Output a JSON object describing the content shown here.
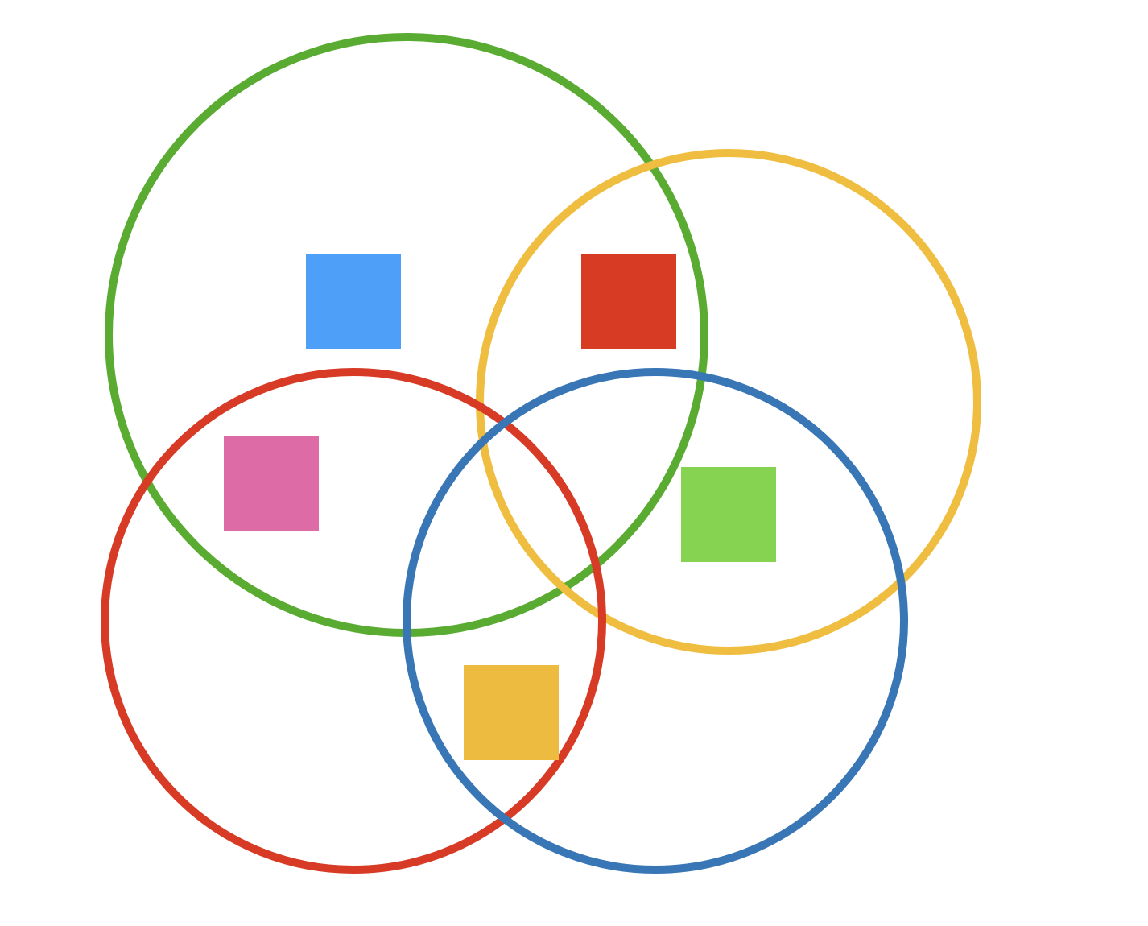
{
  "diagram": {
    "type": "venn",
    "circles": [
      {
        "name": "green",
        "color": "#5aab32"
      },
      {
        "name": "yellow",
        "color": "#efbe40"
      },
      {
        "name": "red",
        "color": "#d73b25"
      },
      {
        "name": "blue",
        "color": "#3876b6"
      }
    ],
    "squares": [
      {
        "name": "blue",
        "color": "#4e9ff8",
        "in_circles": [
          "green"
        ]
      },
      {
        "name": "red",
        "color": "#d73b24",
        "in_circles": [
          "green",
          "yellow"
        ]
      },
      {
        "name": "pink",
        "color": "#dc6ba6",
        "in_circles": [
          "green",
          "red"
        ]
      },
      {
        "name": "green",
        "color": "#86d351",
        "in_circles": [
          "yellow",
          "blue"
        ]
      },
      {
        "name": "yellow",
        "color": "#edbb40",
        "in_circles": [
          "red",
          "blue"
        ]
      }
    ]
  }
}
